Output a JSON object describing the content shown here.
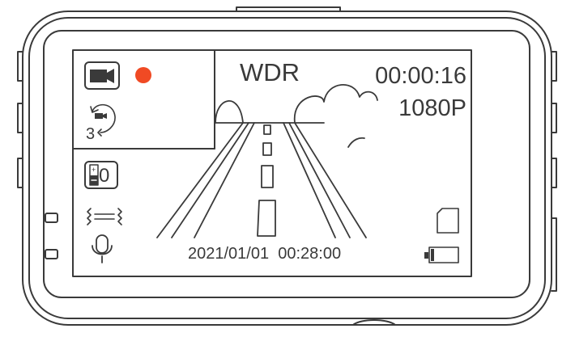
{
  "colors": {
    "outline": "#3a3a3a",
    "record": "#f04a24",
    "background": "#ffffff"
  },
  "mode": {
    "label": "WDR"
  },
  "recording": {
    "elapsed": "00:00:16",
    "indicator_icon": "record-dot-icon",
    "camera_icon": "video-camera-icon"
  },
  "resolution": {
    "label": "1080P"
  },
  "loop_recording": {
    "minutes": "3",
    "icon": "loop-recording-icon"
  },
  "exposure": {
    "value": "0",
    "icon": "exposure-compensation-icon"
  },
  "motion_detection": {
    "icon": "motion-detection-icon"
  },
  "microphone": {
    "icon": "microphone-icon"
  },
  "date_stamp": {
    "value": "2021/01/01  00:28:00"
  },
  "storage": {
    "icon": "sd-card-icon"
  },
  "battery": {
    "icon": "battery-icon"
  }
}
